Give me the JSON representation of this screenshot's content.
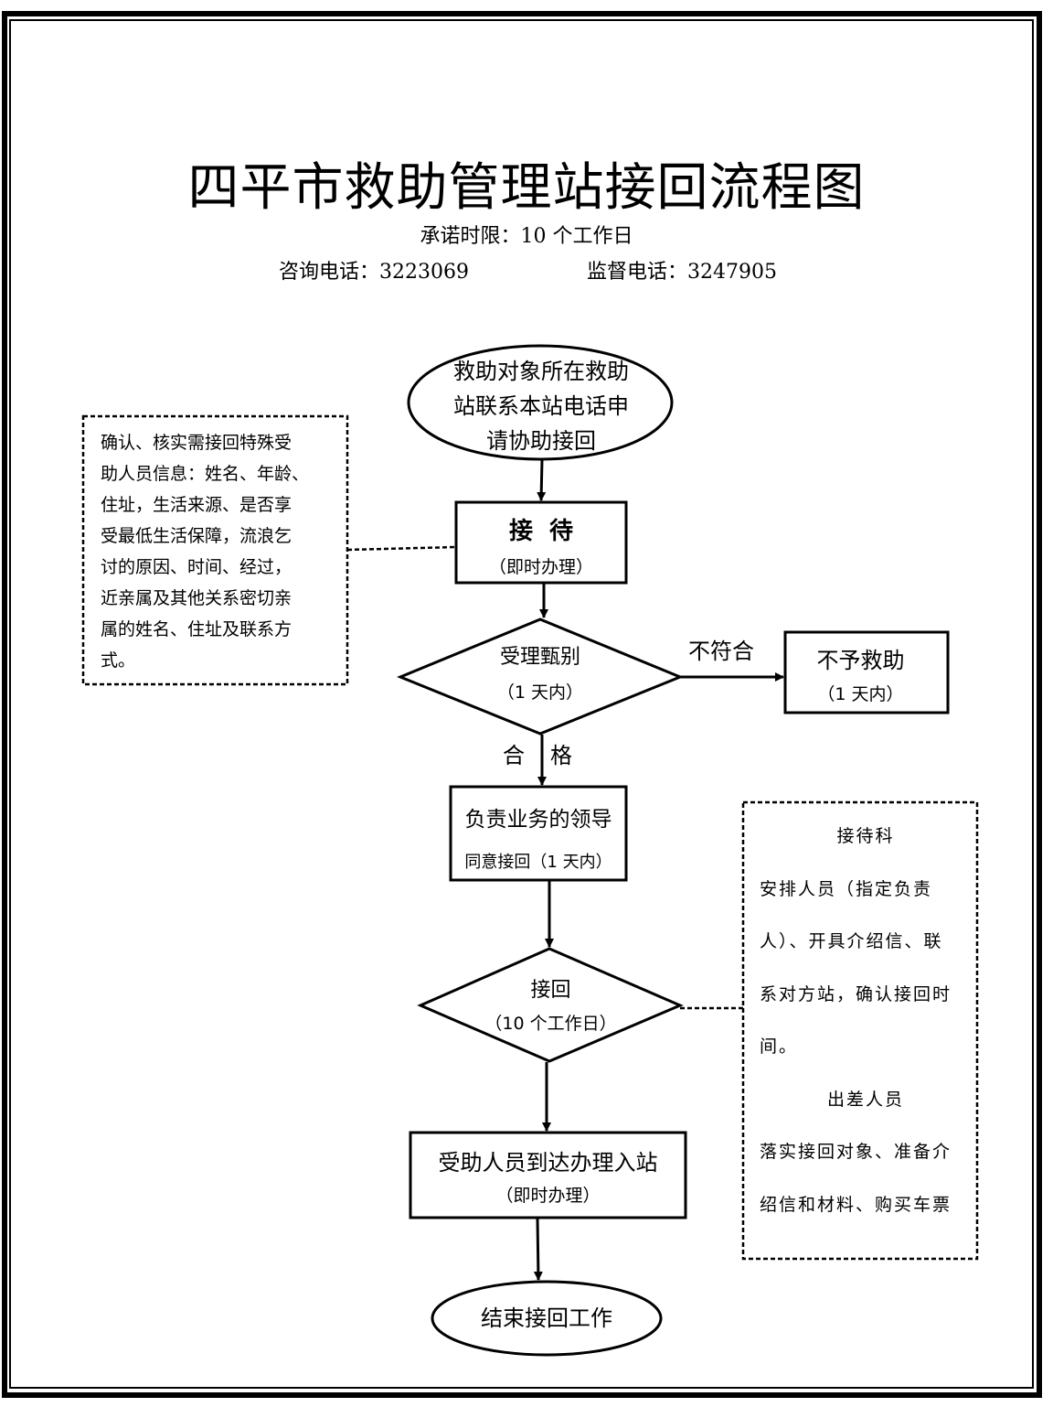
{
  "header": {
    "title": "四平市救助管理站接回流程图",
    "deadline": "承诺时限：10 个工作日",
    "consult_phone": "咨询电话：3223069",
    "supervise_phone": "监督电话：3247905"
  },
  "nodes": {
    "start": {
      "line1": "救助对象所在救助",
      "line2": "站联系本站电话申",
      "line3": "请协助接回"
    },
    "reception": {
      "label": "接  待",
      "sub": "（即时办理）"
    },
    "screening": {
      "label": "受理甄别",
      "sub": "（1 天内）"
    },
    "reject": {
      "label": "不予救助",
      "sub": "（1 天内）"
    },
    "leader": {
      "label": "负责业务的领导",
      "sub": "同意接回（1 天内）"
    },
    "pickup": {
      "label": "接回",
      "sub": "（10 个工作日）"
    },
    "arrival": {
      "label": "受助人员到达办理入站",
      "sub": "（即时办理）"
    },
    "end": {
      "label": "结束接回工作"
    }
  },
  "edges": {
    "not_qualified": "不符合",
    "qualified_1": "合",
    "qualified_2": "格"
  },
  "notes": {
    "left": [
      "确认、核实需接回特殊受",
      "助人员信息：姓名、年龄、",
      "住址，生活来源、是否享",
      "受最低生活保障，流浪乞",
      "讨的原因、时间、经过，",
      "近亲属及其他关系密切亲",
      "属的姓名、住址及联系方",
      "式。"
    ],
    "right": {
      "head1": "接待科",
      "lines1": [
        "安排人员（指定负责",
        "人）、开具介绍信、联",
        "系对方站，确认接回时",
        "间。"
      ],
      "head2": "出差人员",
      "lines2": [
        "落实接回对象、准备介",
        "绍信和材料、购买车票"
      ]
    }
  }
}
